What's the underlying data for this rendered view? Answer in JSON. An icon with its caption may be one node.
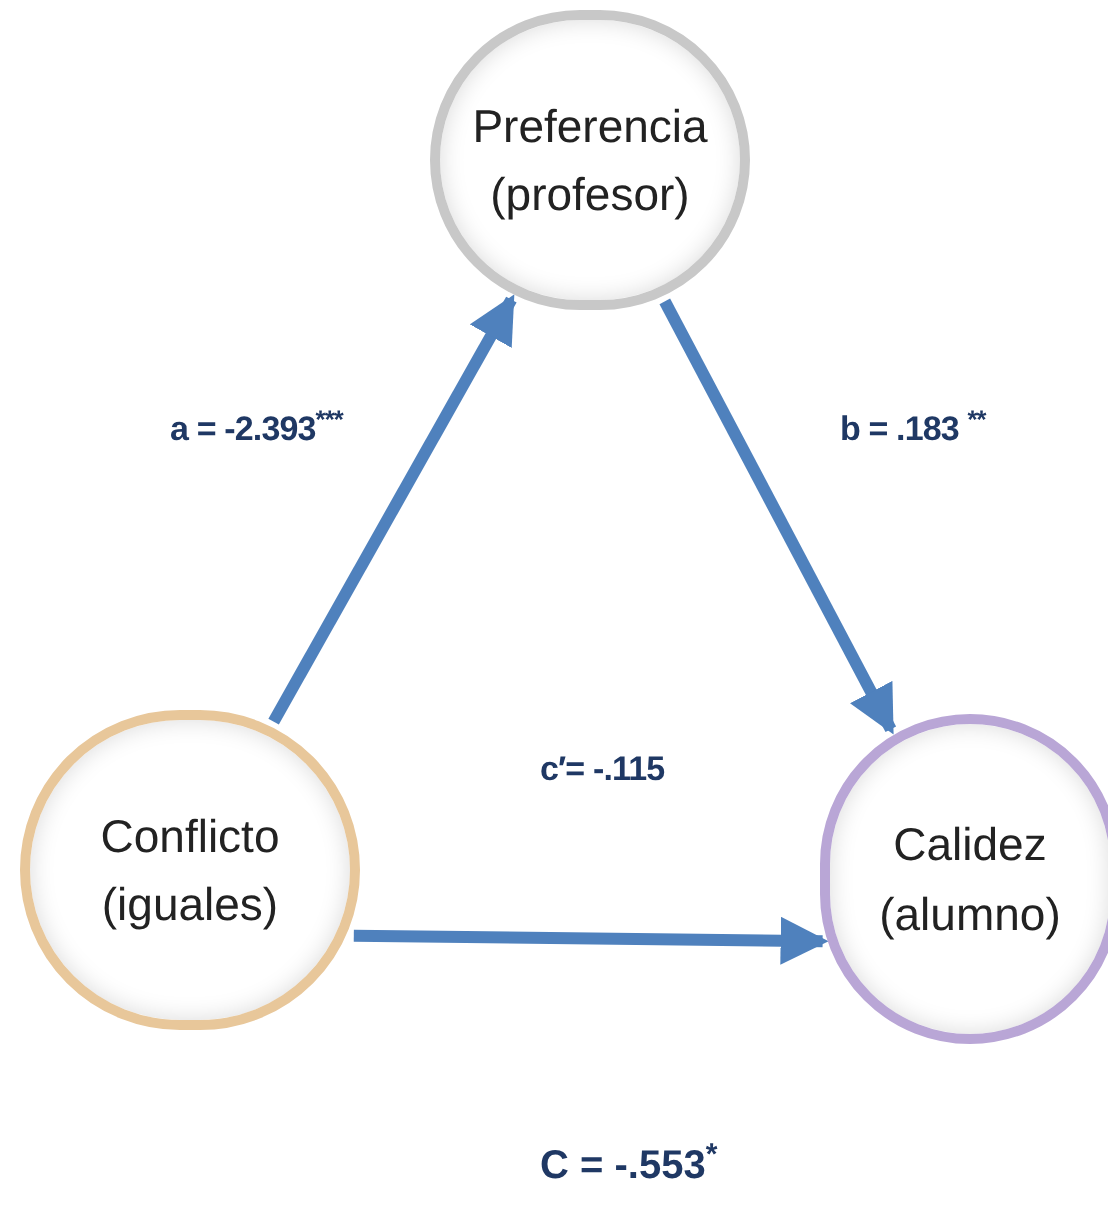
{
  "diagram": {
    "nodes": [
      {
        "text": [
          "Preferencia (profesor)"
        ]
      },
      {
        "text": [
          "Conflicto (iguales)"
        ]
      },
      {
        "text": [
          "Calidez (alumno)"
        ]
      }
    ],
    "edges": [
      {
        "from": 1,
        "to": 0,
        "arrow": "to",
        "label": "a = -2.393$^{***}$"
      },
      {
        "from": 0,
        "to": 2,
        "arrow": "to",
        "label": "b = .183 $^{**}$"
      },
      {
        "from": 1,
        "to": 2,
        "arrow": "to",
        "label": "c′= -.115"
      }
    ],
    "labels": [
      "C = -.553$^{*}$"
    ]
  }
}
